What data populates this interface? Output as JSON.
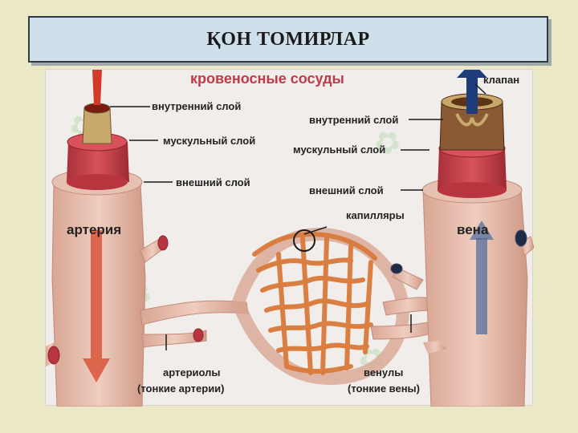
{
  "slide": {
    "title": "ҚОН ТОМИРЛАР"
  },
  "figure": {
    "heading": "кровеносные сосуды",
    "artery": {
      "name": "артерия",
      "inner_layer": "внутренний слой",
      "muscle_layer": "мускульный слой",
      "outer_layer": "внешний слой"
    },
    "vein": {
      "name": "вена",
      "valve": "клапан",
      "inner_layer": "внутренний слой",
      "muscle_layer": "мускульный слой",
      "outer_layer": "внешний слой"
    },
    "capillaries": "капилляры",
    "arterioles": "артериолы",
    "arterioles_note": "(тонкие артерии)",
    "venules": "венулы",
    "venules_note": "(тонкие вены)"
  },
  "colors": {
    "background": "#eae8c6",
    "title_box": "#cfe0ea",
    "vessel_outer": "#e3b9a8",
    "muscle": "#c8404a",
    "artery_inner": "#c9a86b",
    "vein_inner": "#7a4a2a",
    "capillary": "#d98a4a",
    "arrow_red": "#d43a2a",
    "arrow_blue": "#1f3c7a",
    "heading": "#c13a4a"
  }
}
